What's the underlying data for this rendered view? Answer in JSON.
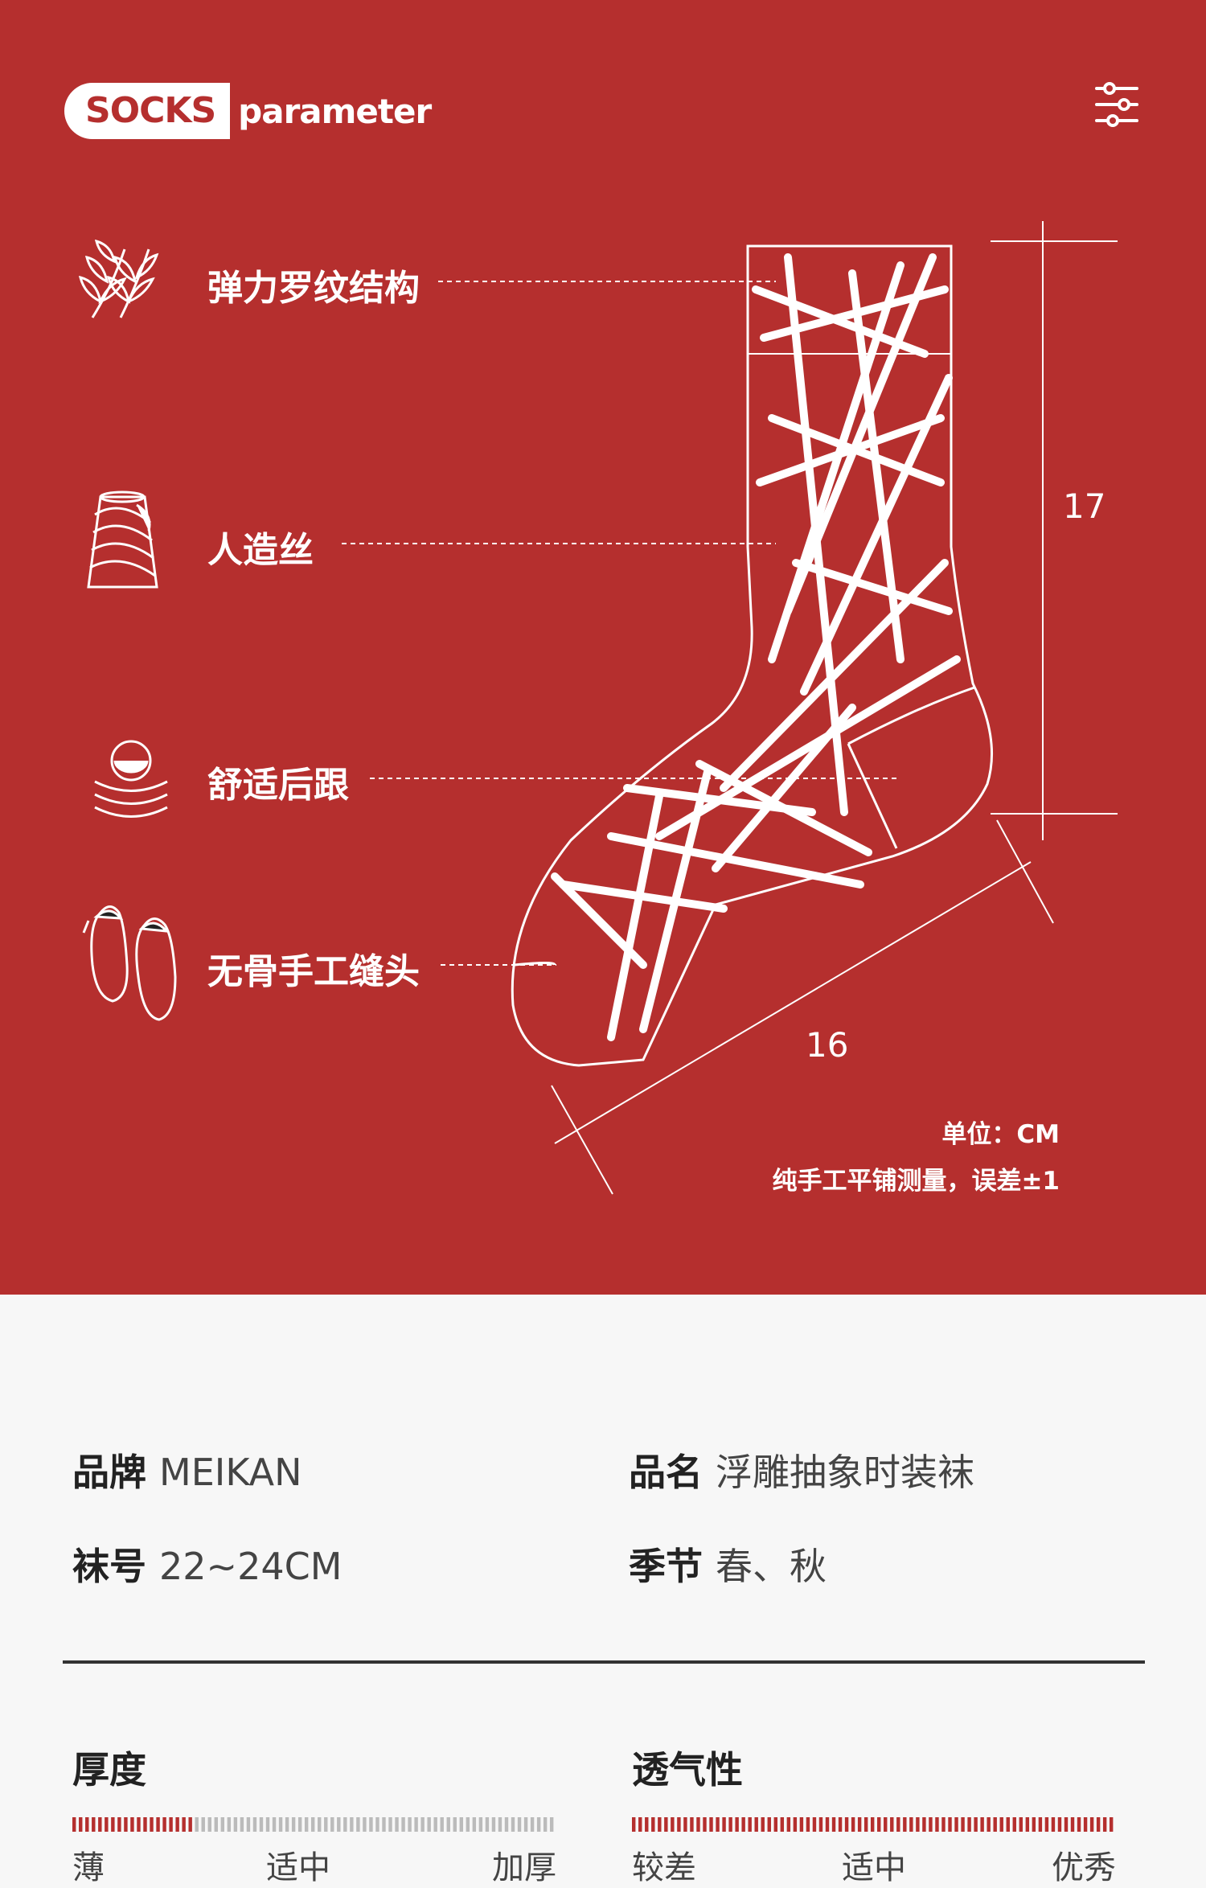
{
  "header": {
    "logo_badge": "SOCKS",
    "logo_word": "parameter",
    "settings_icon": "sliders-icon"
  },
  "features": [
    {
      "label": "弹力罗纹结构",
      "icon": "wheat-icon"
    },
    {
      "label": "人造丝",
      "icon": "yarn-spool-icon"
    },
    {
      "label": "舒适后跟",
      "icon": "heel-cushion-icon"
    },
    {
      "label": "无骨手工缝头",
      "icon": "insole-icon"
    }
  ],
  "dimensions": {
    "height": "17",
    "length": "16"
  },
  "notes": {
    "unit": "单位：CM",
    "measurement": "纯手工平铺测量，误差±1"
  },
  "specs": [
    {
      "key": "品牌",
      "value": "MEIKAN"
    },
    {
      "key": "品名",
      "value": "浮雕抽象时装袜"
    },
    {
      "key": "袜号",
      "value": "22~24CM"
    },
    {
      "key": "季节",
      "value": "春、秋"
    }
  ],
  "ratings": [
    {
      "title": "厚度",
      "labels": [
        "薄",
        "适中",
        "加厚"
      ],
      "level": 0.25
    },
    {
      "title": "透气性",
      "labels": [
        "较差",
        "适中",
        "优秀"
      ],
      "level": 1.0
    }
  ],
  "colors": {
    "brand_red": "#b52f2e",
    "mark_red": "#b52f2e",
    "mark_gray": "#bbbbbb"
  }
}
